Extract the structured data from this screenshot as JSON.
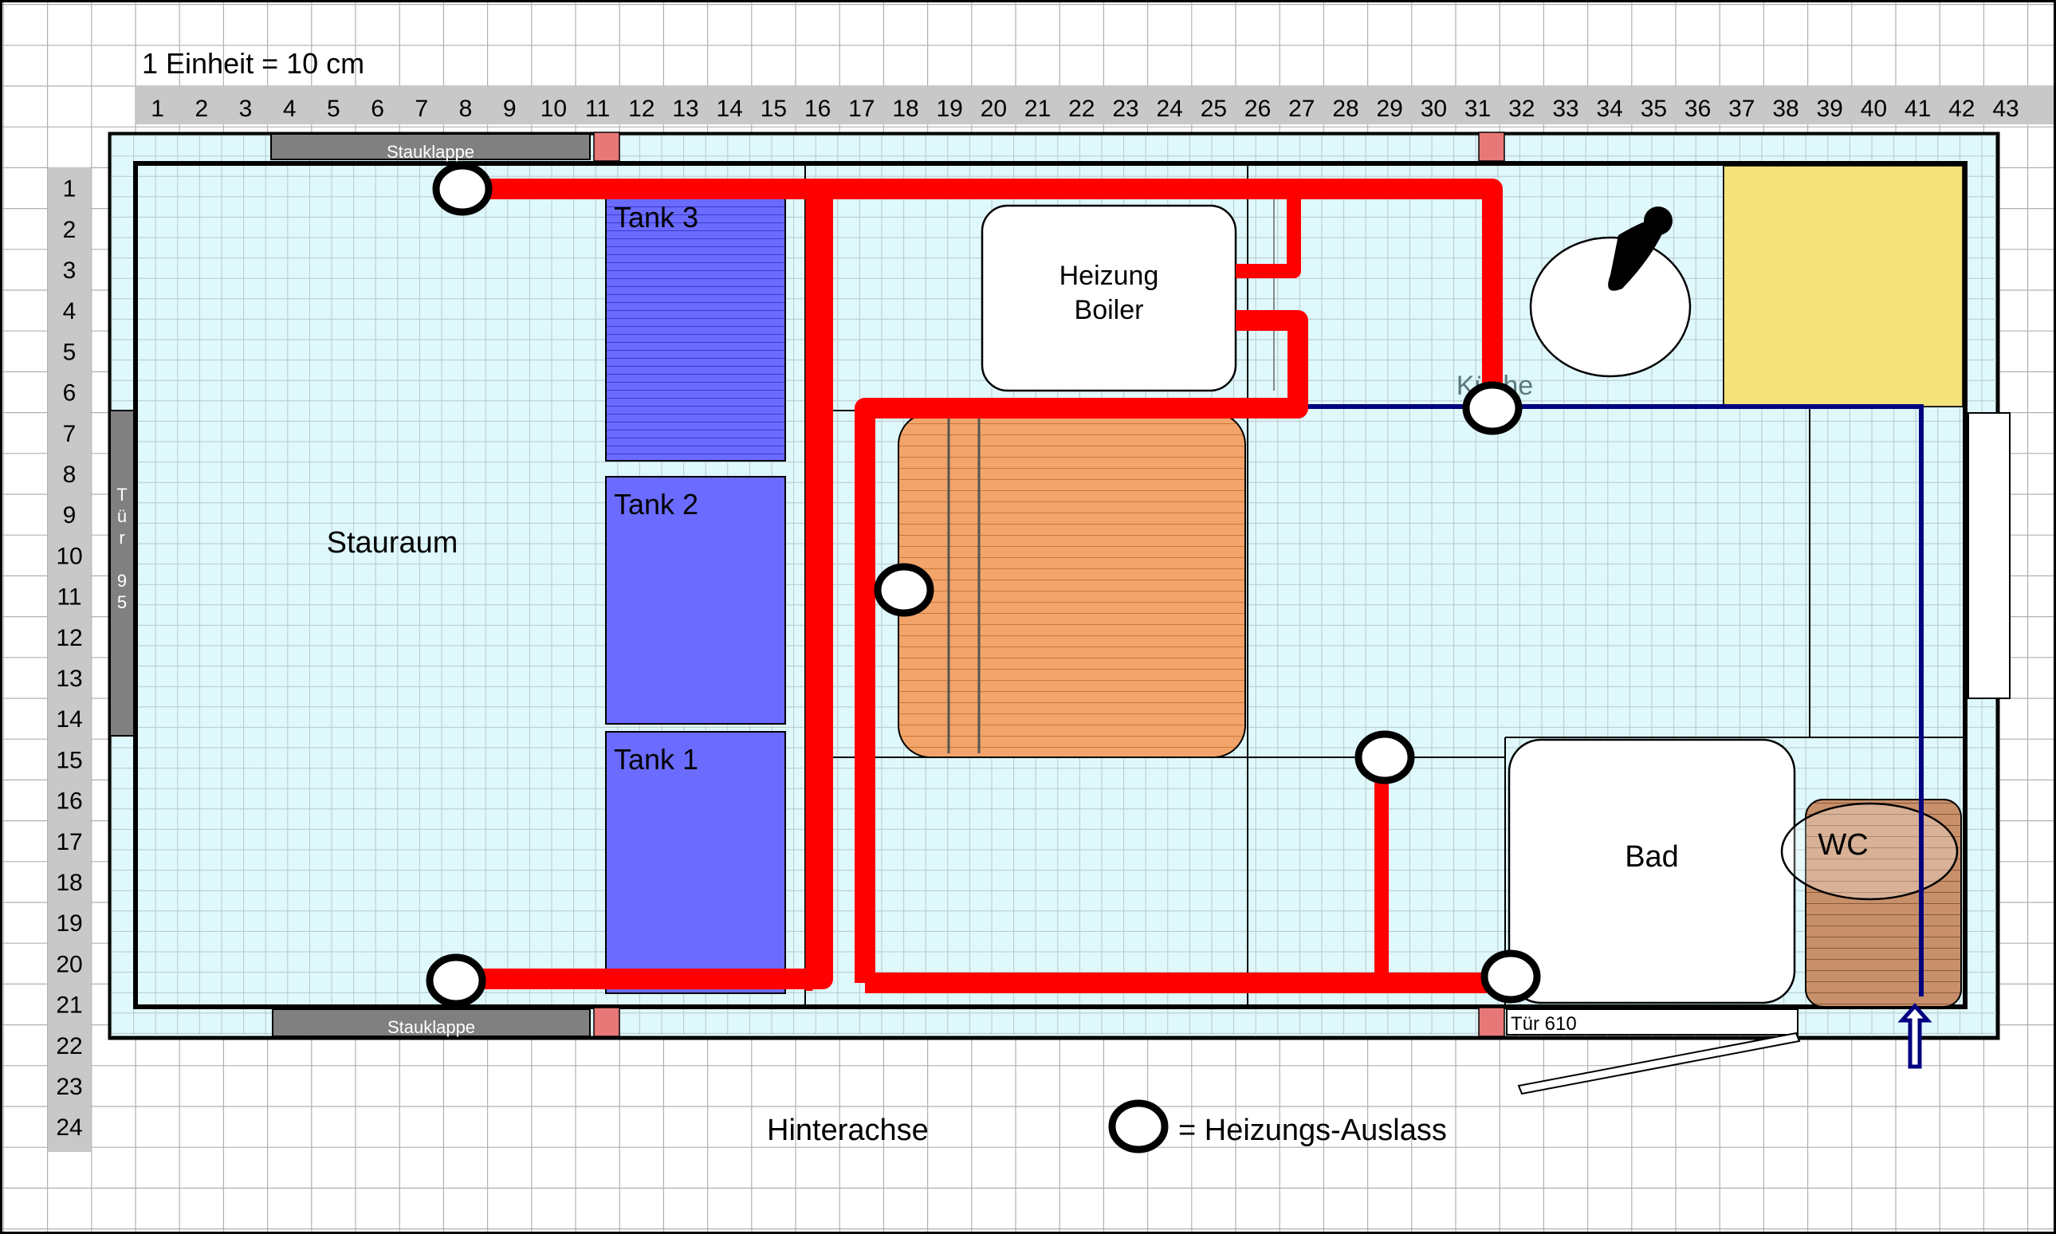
{
  "scale_label": "1 Einheit = 10 cm",
  "columns": [
    "1",
    "2",
    "3",
    "4",
    "5",
    "6",
    "7",
    "8",
    "9",
    "10",
    "11",
    "12",
    "13",
    "14",
    "15",
    "16",
    "17",
    "18",
    "19",
    "20",
    "21",
    "22",
    "23",
    "24",
    "25",
    "26",
    "27",
    "28",
    "29",
    "30",
    "31",
    "32",
    "33",
    "34",
    "35",
    "36",
    "37",
    "38",
    "39",
    "40",
    "41",
    "42",
    "43"
  ],
  "rows": [
    "1",
    "2",
    "3",
    "4",
    "5",
    "6",
    "7",
    "8",
    "9",
    "10",
    "11",
    "12",
    "13",
    "14",
    "15",
    "16",
    "17",
    "18",
    "19",
    "20",
    "21",
    "22",
    "23",
    "24"
  ],
  "labels": {
    "stauklappe_top": "Stauklappe",
    "stauklappe_bottom": "Stauklappe",
    "door_left_letters": [
      "T",
      "ü",
      "r",
      "",
      "9",
      "5"
    ],
    "stauraum": "Stauraum",
    "tank3": "Tank 3",
    "tank2": "Tank 2",
    "tank1": "Tank 1",
    "heizung": "Heizung",
    "boiler": "Boiler",
    "kueche": "Küche",
    "bad": "Bad",
    "wc": "WC",
    "door_right": "Tür  610",
    "axle": "Hinterachse",
    "legend": "= Heizungs-Auslass"
  },
  "colors": {
    "room": "#dff8fb",
    "grid": "#a8b8bc",
    "tank": "#6b6bff",
    "bed": "#f2a46a",
    "heater": "#ff0000",
    "water": "#000080",
    "counter": "#f4e27a",
    "wc_box": "#c8906a",
    "hinge": "#e87878",
    "door": "#808080",
    "label_band": "#c8c8c8"
  }
}
